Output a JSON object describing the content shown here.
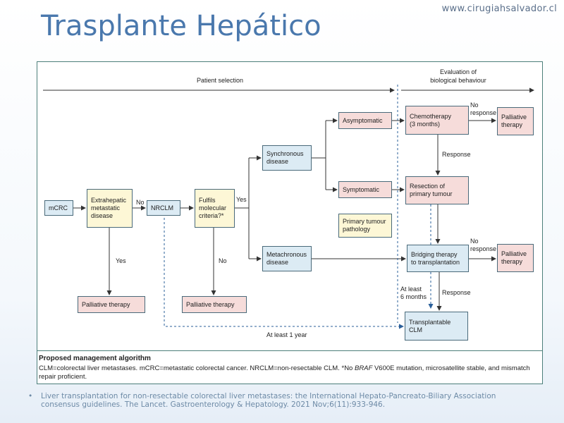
{
  "header": {
    "site_url": "www.cirugiahsalvador.cl",
    "title": "Trasplante Hepático"
  },
  "diagram": {
    "phases": {
      "selection": "Patient selection",
      "evaluation_line1": "Evaluation of",
      "evaluation_line2": "biological behaviour"
    },
    "nodes": {
      "mcrc": "mCRC",
      "extrahepatic_l1": "Extrahepatic",
      "extrahepatic_l2": "metastatic",
      "extrahepatic_l3": "disease",
      "nrclm": "NRCLM",
      "fulfils_l1": "Fulfils",
      "fulfils_l2": "molecular",
      "fulfils_l3": "criteria?*",
      "synchronous_l1": "Synchronous",
      "synchronous_l2": "disease",
      "metachronous_l1": "Metachronous",
      "metachronous_l2": "disease",
      "asymptomatic": "Asymptomatic",
      "symptomatic": "Symptomatic",
      "primary_path_l1": "Primary tumour",
      "primary_path_l2": "pathology",
      "chemo_l1": "Chemotherapy",
      "chemo_l2": "(3 months)",
      "resection_l1": "Resection of",
      "resection_l2": "primary tumour",
      "bridging_l1": "Bridging therapy",
      "bridging_l2": "to transplantation",
      "palliative_top_l1": "Palliative",
      "palliative_top_l2": "therapy",
      "palliative_mid_l1": "Palliative",
      "palliative_mid_l2": "therapy",
      "palliative_left": "Palliative therapy",
      "palliative_center": "Palliative therapy",
      "transplantable_l1": "Transplantable",
      "transplantable_l2": "CLM"
    },
    "edge_labels": {
      "no_extrahepatic": "No",
      "yes_extrahepatic": "Yes",
      "yes_fulfils": "Yes",
      "no_fulfils": "No",
      "no_response_top_l1": "No",
      "no_response_top_l2": "response",
      "response_top": "Response",
      "no_response_mid_l1": "No",
      "no_response_mid_l2": "response",
      "response_mid": "Response",
      "at_least_6_l1": "At least",
      "at_least_6_l2": "6 months",
      "at_least_1_year": "At least 1 year"
    }
  },
  "caption": {
    "title": "Proposed management algorithm",
    "text_before_italic": "CLM=colorectal liver metastases. mCRC=metastatic colorectal cancer. NRCLM=non-resectable CLM. *No ",
    "italic": "BRAF",
    "text_after_italic": " V600E mutation, microsatellite stable, and mismatch repair proficient."
  },
  "reference": {
    "bullet": "•",
    "text": "Liver transplantation for non-resectable colorectal liver metastases: the International Hepato-Pancreato-Biliary Association consensus guidelines. The Lancet. Gastroenterology & Hepatology. 2021 Nov;6(11):933-946."
  },
  "colors": {
    "title": "#4a78ad",
    "blue_box": "#dcebf4",
    "yellow_box": "#fdf7d6",
    "pink_box": "#f6dcda",
    "dashed_line": "#2a5f9a",
    "frame": "#4c7f7a"
  }
}
